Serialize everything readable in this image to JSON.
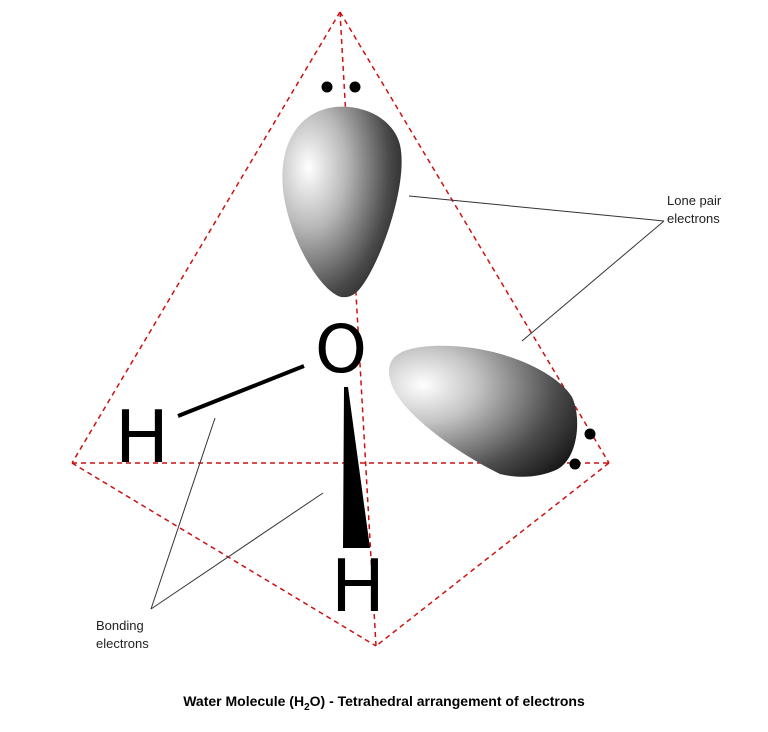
{
  "atoms": {
    "oxygen": "O",
    "hydrogen_left": "H",
    "hydrogen_bottom": "H"
  },
  "labels": {
    "lone_pair_line1": "Lone pair",
    "lone_pair_line2": "electrons",
    "bonding_line1": "Bonding",
    "bonding_line2": "electrons"
  },
  "caption": {
    "before": "Water Molecule (H",
    "subscript": "2",
    "after": "O) - Tetrahedral arrangement of electrons"
  },
  "colors": {
    "tetrahedron_edges": "#cc1111",
    "bonds": "#000000",
    "lobe_dark": "#1e1e1e",
    "lobe_light": "#ffffff",
    "callout_lines": "#333333"
  }
}
